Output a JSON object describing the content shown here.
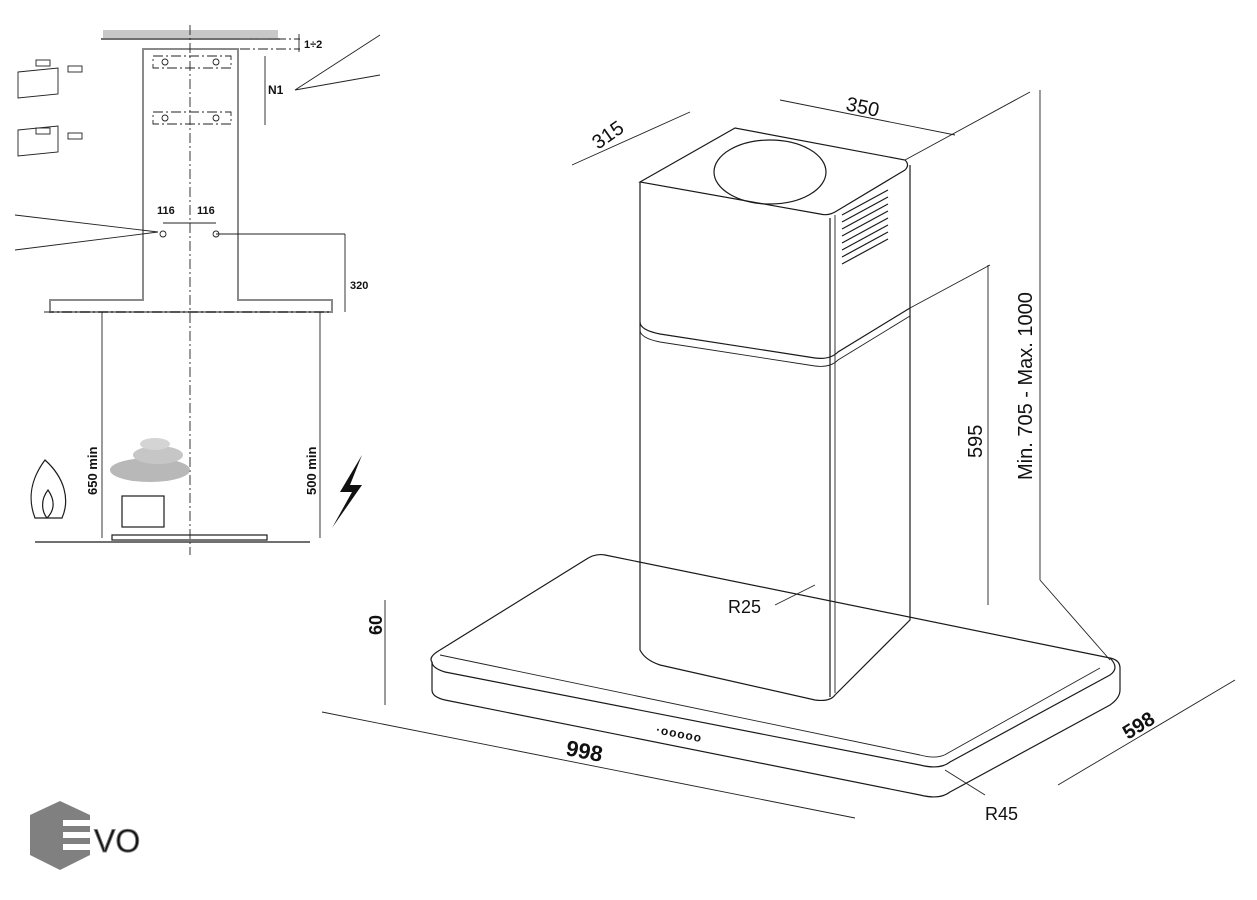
{
  "installation": {
    "gap": "1÷2",
    "bracket_spacing": "N1",
    "hole_left": "116",
    "hole_right": "116",
    "hole_height": "320",
    "min_gas": "650 min",
    "min_electric": "500 min"
  },
  "hood": {
    "depth_top": "315",
    "width_top": "350",
    "chimney_lower": "595",
    "total_height": "Min. 705 - Max. 1000",
    "canopy_thickness": "60",
    "width": "998",
    "depth": "598",
    "chimney_radius": "R25",
    "canopy_radius": "R45",
    "controls": "·ooooo"
  },
  "logo": {
    "text": "EVO",
    "color": "#808080"
  }
}
